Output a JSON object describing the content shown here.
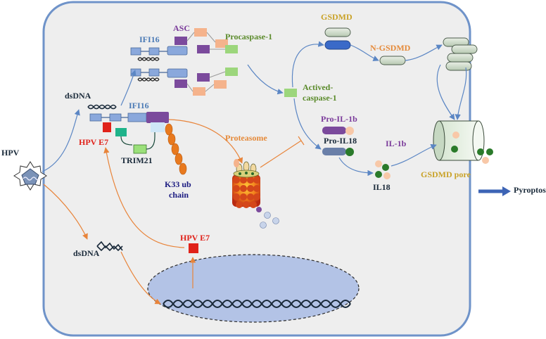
{
  "labels": {
    "hpv": "HPV",
    "dsdna_top": "dsDNA",
    "dsdna_bottom": "dsDNA",
    "ifi16_top": "IFI16",
    "ifi16_mid": "IFI16",
    "asc": "ASC",
    "procaspase1": "Procaspase-1",
    "gsdmd": "GSDMD",
    "n_gsdmd": "N-GSDMD",
    "actived_caspase_line1": "Actived-",
    "actived_caspase_line2": "caspase-1",
    "pro_il1b": "Pro-IL-1b",
    "pro_il18": "Pro-IL18",
    "il1b": "IL-1b",
    "il18": "IL18",
    "gsdmd_pore": "GSDMD pore",
    "pyroptosis": "Pyroptosis",
    "proteasome": "Proteasome",
    "hpv_e7_top": "HPV E7",
    "hpv_e7_bottom": "HPV E7",
    "trim21": "TRIM21",
    "k33_line1": "K33 ub",
    "k33_line2": "chain"
  },
  "colors": {
    "cell_fill": "#eeeeee",
    "cell_border": "#6f93c9",
    "nucleus_fill": "#b3c3e6",
    "arrow_blue": "#5b86c4",
    "arrow_orange": "#e8843a",
    "ifi16_blue": "#8aa8dc",
    "asc_purple": "#7b4a9c",
    "procaspase_green": "#9cd67c",
    "asc_peach": "#f5b38c",
    "e7_red": "#e0221a",
    "trim21_green": "#9be07a",
    "teal": "#1fb38a",
    "ub_orange": "#e8791e",
    "gsdmd_blue": "#3a6ac8",
    "pyroptosis_arrow": "#3d64b5"
  }
}
